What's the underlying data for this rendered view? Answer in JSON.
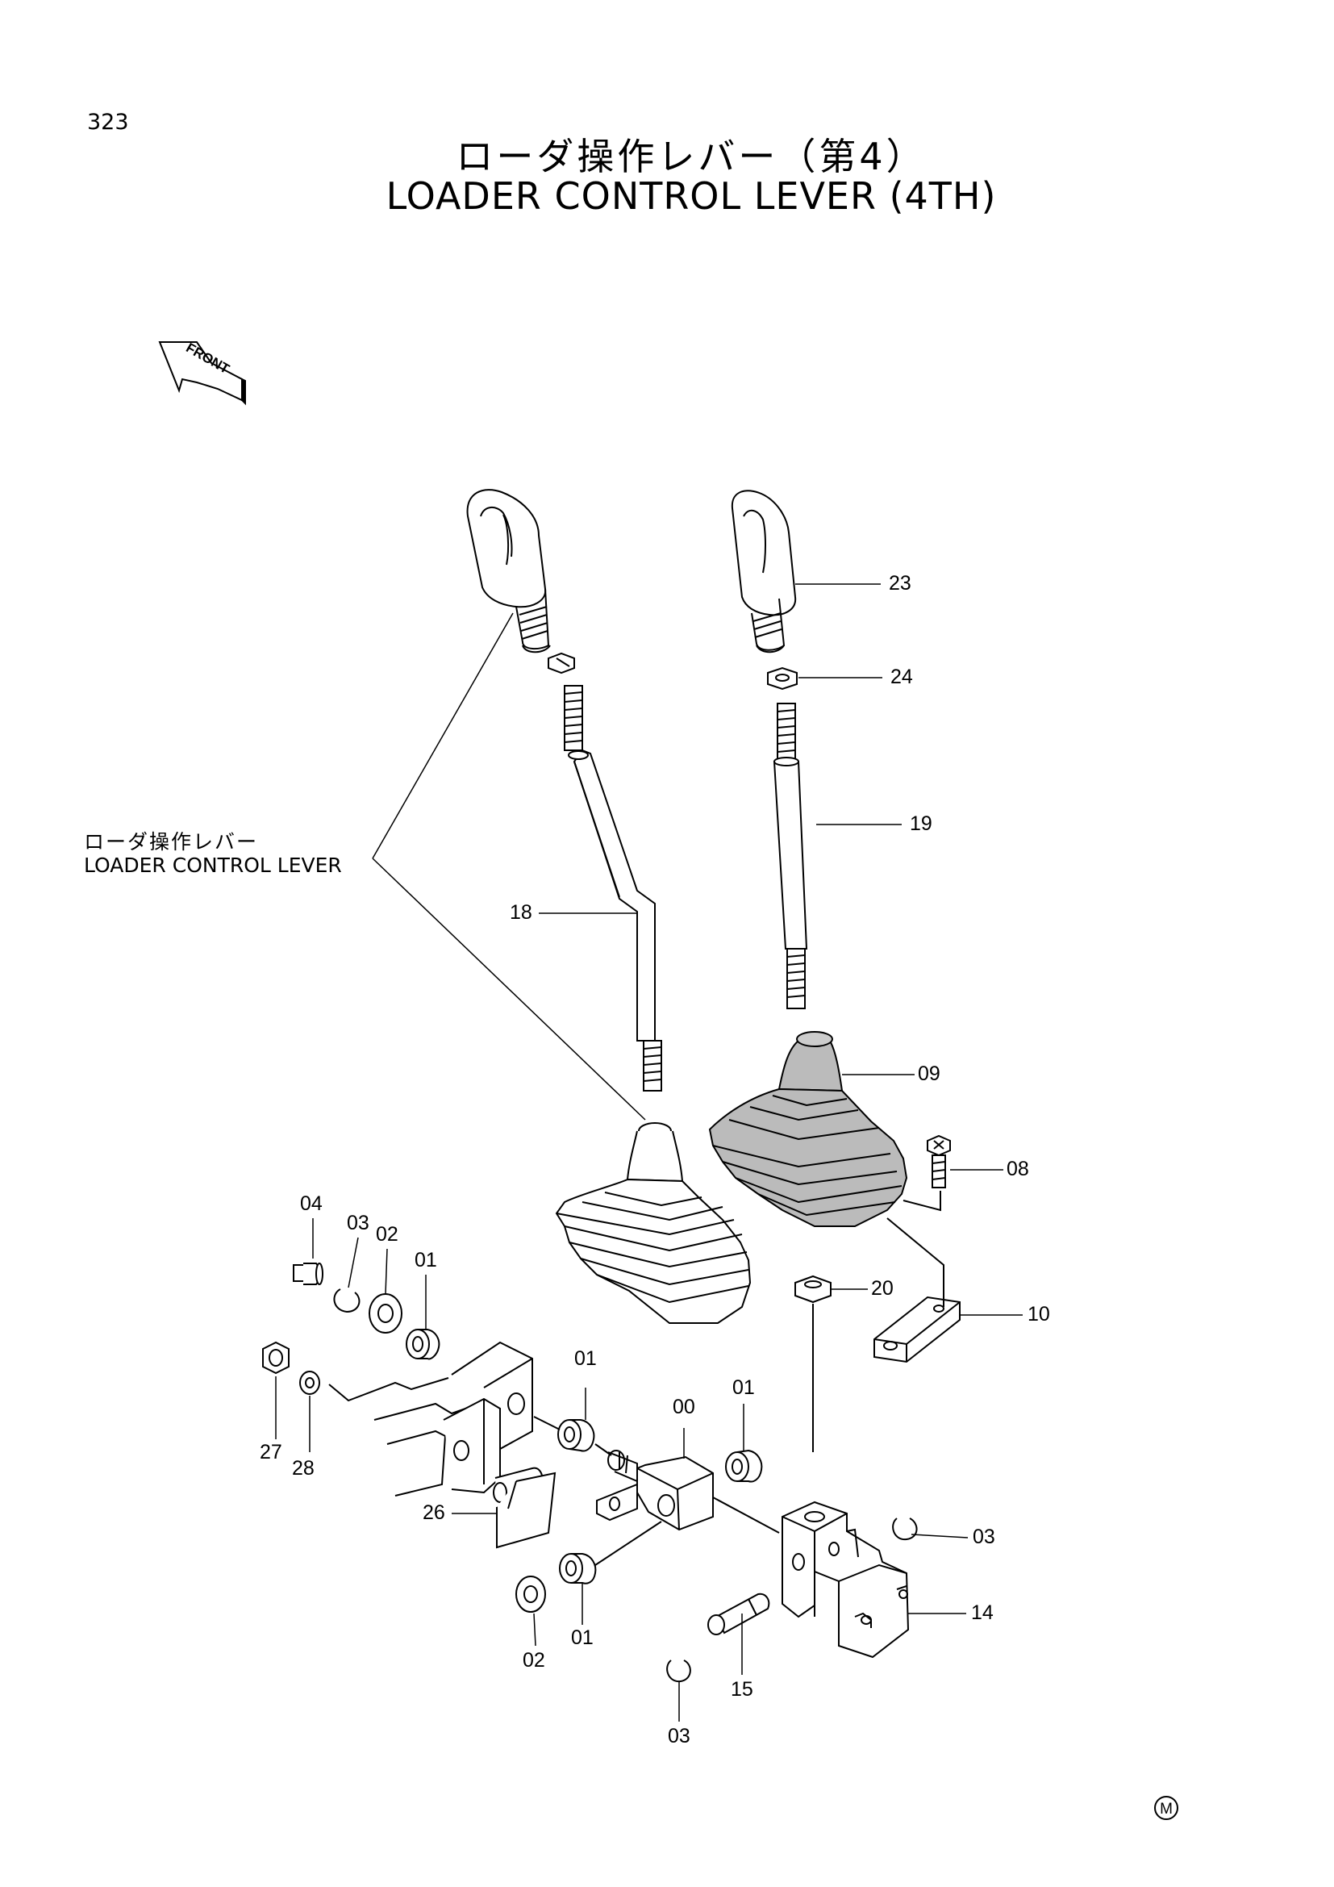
{
  "page_number": "323",
  "title_jp": "ローダ操作レバー（第4）",
  "title_en": "LOADER CONTROL LEVER (4TH)",
  "front_label": "FRONT",
  "callout_assembly": {
    "label_jp": "ローダ操作レバー",
    "label_en": "LOADER CONTROL LEVER"
  },
  "part_labels": {
    "p23": "23",
    "p24": "24",
    "p19": "19",
    "p18": "18",
    "p09": "09",
    "p08": "08",
    "p20": "20",
    "p10": "10",
    "p04": "04",
    "p03_top": "03",
    "p02_top": "02",
    "p01_top": "01",
    "p27": "27",
    "p28": "28",
    "p01_mid": "01",
    "p00": "00",
    "p01_right": "01",
    "p26": "26",
    "p03_right": "03",
    "p14": "14",
    "p02_bottom": "02",
    "p01_bottom": "01",
    "p15": "15",
    "p03_bottom": "03"
  },
  "corner_mark": "M"
}
